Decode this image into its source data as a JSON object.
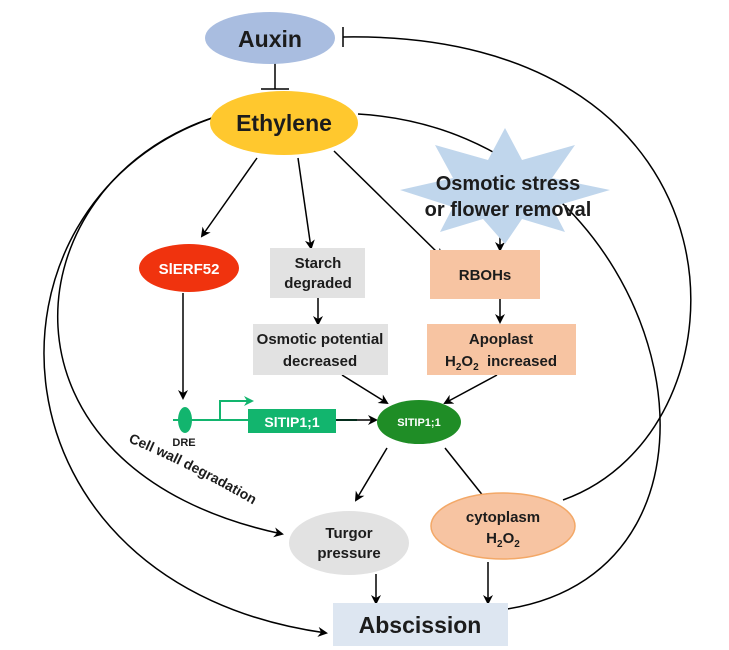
{
  "nodes": {
    "auxin": "Auxin",
    "ethylene": "Ethylene",
    "stress_line1": "Osmotic stress",
    "stress_line2": "or flower removal",
    "slerf52": "SlERF52",
    "starch_line1": "Starch",
    "starch_line2": "degraded",
    "rbohs": "RBOHs",
    "osmotic_line1": "Osmotic potential",
    "osmotic_line2": "decreased",
    "apoplast_line1": "Apoplast",
    "apoplast_h2o2_base": "H",
    "apoplast_h2o2_sub1": "2",
    "apoplast_h2o2_mid": "O",
    "apoplast_h2o2_sub2": "2",
    "apoplast_h2o2_rest": "  increased",
    "dre": "DRE",
    "sltip_gene": "SlTIP1;1",
    "sltip_protein": "SlTIP1;1",
    "turgor_line1": "Turgor",
    "turgor_line2": "pressure",
    "cytoplasm_line1": "cytoplasm",
    "cytoplasm_h2o2_base": "H",
    "cytoplasm_h2o2_sub1": "2",
    "cytoplasm_h2o2_mid": "O",
    "cytoplasm_h2o2_sub2": "2",
    "abscission": "Abscission"
  },
  "labels": {
    "cell_wall": "Cell wall degradation"
  },
  "colors": {
    "auxin": "#a9bde0",
    "ethylene": "#ffc82e",
    "slerf52": "#f0330e",
    "grey_box": "#e2e2e2",
    "salmon": "#f7c4a2",
    "stress_burst": "#c0d6ec",
    "gene_box": "#12b56e",
    "dre_marker": "#12b56e",
    "promoter_arrow": "#12b56e",
    "protein": "#1f8d26",
    "turgor": "#e2e2e2",
    "cytoplasm": "#f7c4a2",
    "cytoplasm_border": "#f3a867",
    "abscission": "#dde6f1",
    "line": "#000000"
  }
}
